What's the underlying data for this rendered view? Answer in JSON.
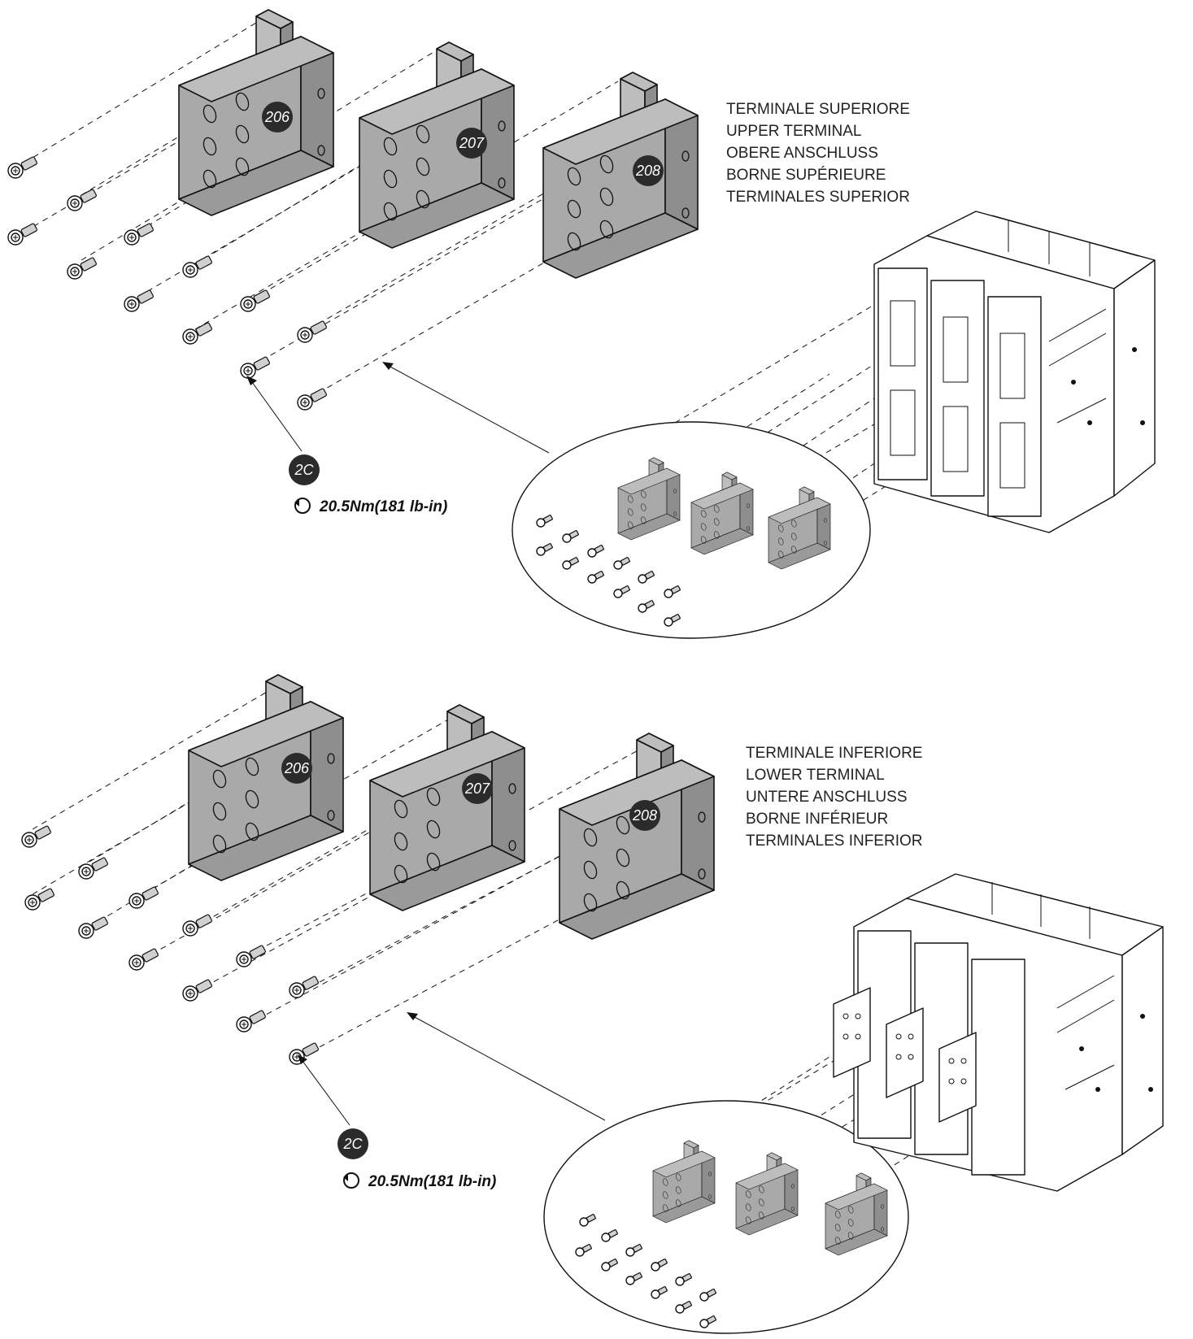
{
  "upper": {
    "labels": [
      "TERMINALE SUPERIORE",
      "UPPER TERMINAL",
      "OBERE ANSCHLUSS",
      "BORNE SUPÉRIEURE",
      "TERMINALES SUPERIOR"
    ],
    "parts": [
      "206",
      "207",
      "208"
    ],
    "step": "2C",
    "torque": "20.5Nm(181 lb-in)"
  },
  "lower": {
    "labels": [
      "TERMINALE INFERIORE",
      "LOWER TERMINAL",
      "UNTERE ANSCHLUSS",
      "BORNE INFÉRIEUR",
      "TERMINALES INFERIOR"
    ],
    "parts": [
      "206",
      "207",
      "208"
    ],
    "step": "2C",
    "torque": "20.5Nm(181 lb-in)"
  },
  "colors": {
    "plate_fill": "#a9a9a9",
    "badge_fill": "#2b2b2b",
    "line": "#111111"
  },
  "icons": [
    "tightening-torque-icon",
    "bolt-icon"
  ]
}
